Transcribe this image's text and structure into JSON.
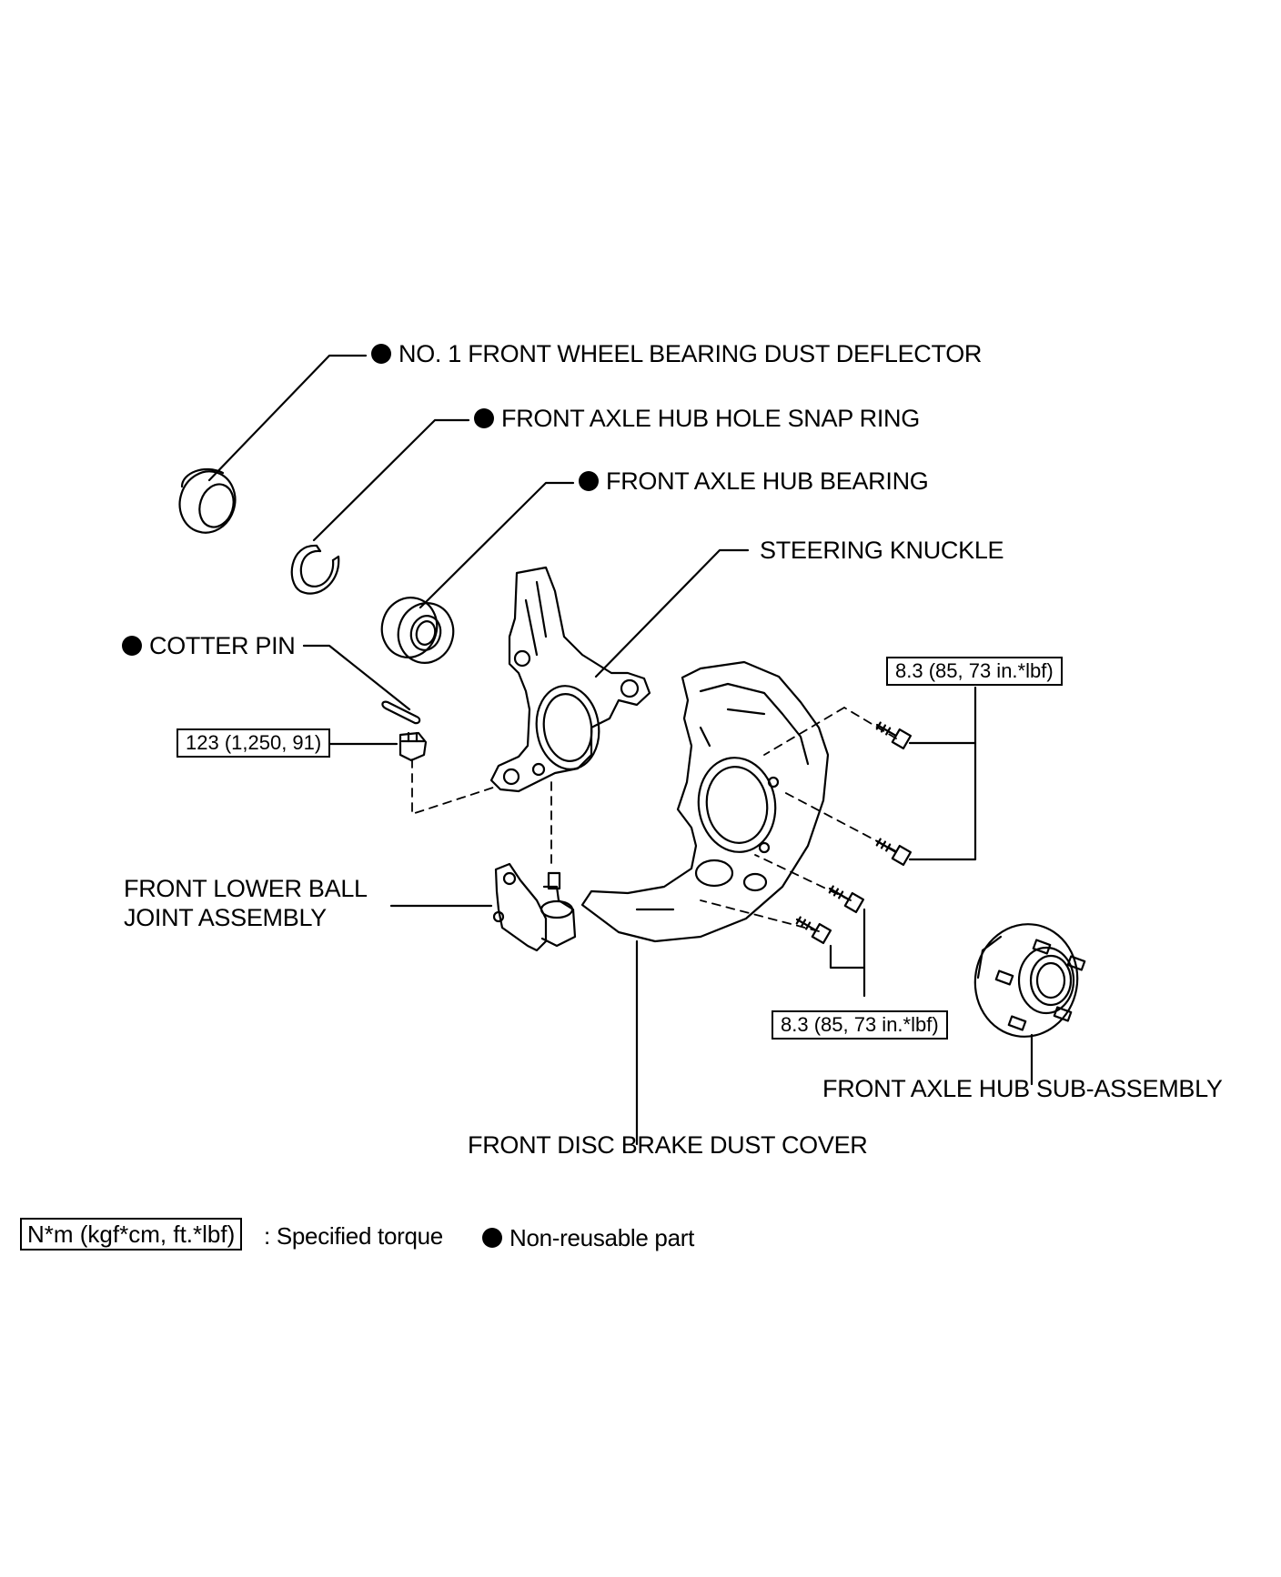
{
  "labels": {
    "dust_deflector": "NO. 1 FRONT WHEEL BEARING DUST DEFLECTOR",
    "snap_ring": "FRONT AXLE HUB HOLE SNAP RING",
    "hub_bearing": "FRONT AXLE HUB BEARING",
    "steering_knuckle": "STEERING KNUCKLE",
    "cotter_pin": "COTTER PIN",
    "ball_joint_line1": "FRONT LOWER BALL",
    "ball_joint_line2": "JOINT ASSEMBLY",
    "axle_hub": "FRONT AXLE HUB SUB-ASSEMBLY",
    "dust_cover": "FRONT DISC BRAKE DUST COVER"
  },
  "torques": {
    "nut": "123 (1,250, 91)",
    "upper_bolts": "8.3 (85, 73 in.*lbf)",
    "lower_bolts": "8.3 (85, 73 in.*lbf)"
  },
  "legend": {
    "torque_unit": "N*m (kgf*cm, ft.*lbf)",
    "torque_text": ": Specified torque",
    "nonreusable_text": "Non-reusable part"
  }
}
